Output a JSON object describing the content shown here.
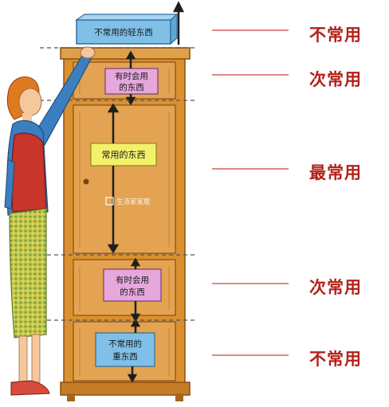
{
  "colors": {
    "wood": "#d9902f",
    "wood_dark": "#a8641c",
    "wood_light": "#e8ab55",
    "label_red": "#b3211b",
    "box_blue": "#7fbfe8",
    "box_pink": "#e6a8dc",
    "box_yellow": "#f3f06a",
    "guide_line": "#c8453d"
  },
  "boxes": {
    "top_box": "不常用的轻东西",
    "upper_line1": "有时会用",
    "upper_line2": "的东西",
    "middle": "常用的东西",
    "lower_line1": "有时会用",
    "lower_line2": "的东西",
    "bottom_line1": "不常用的",
    "bottom_line2": "重东西"
  },
  "watermark": "生活家家居",
  "zones": [
    {
      "label": "不常用"
    },
    {
      "label": "次常用"
    },
    {
      "label": "最常用"
    },
    {
      "label": "次常用"
    },
    {
      "label": "不常用"
    }
  ]
}
